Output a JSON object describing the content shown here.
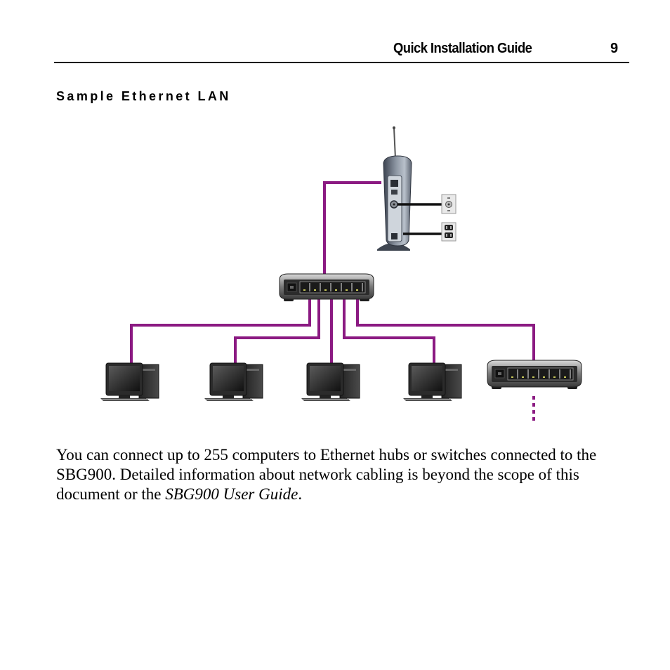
{
  "header": {
    "title": "Quick Installation Guide",
    "page_number": "9"
  },
  "section": {
    "heading": "Sample Ethernet LAN"
  },
  "diagram": {
    "gateway_icon": "cable-gateway-icon",
    "hub_icon": "ethernet-hub-icon",
    "computer_icon": "desktop-computer-icon",
    "coax_outlet_icon": "coax-wall-outlet-icon",
    "power_outlet_icon": "power-outlet-icon",
    "cable_color": "#8b1a82",
    "computer_count": 4
  },
  "body": {
    "text_before": "You can connect up to 255 computers to Ethernet hubs or switches connected to the SBG900. Detailed information about network cabling is beyond the scope of this document or the ",
    "guide_title": "SBG900 User Guide",
    "text_after": "."
  }
}
